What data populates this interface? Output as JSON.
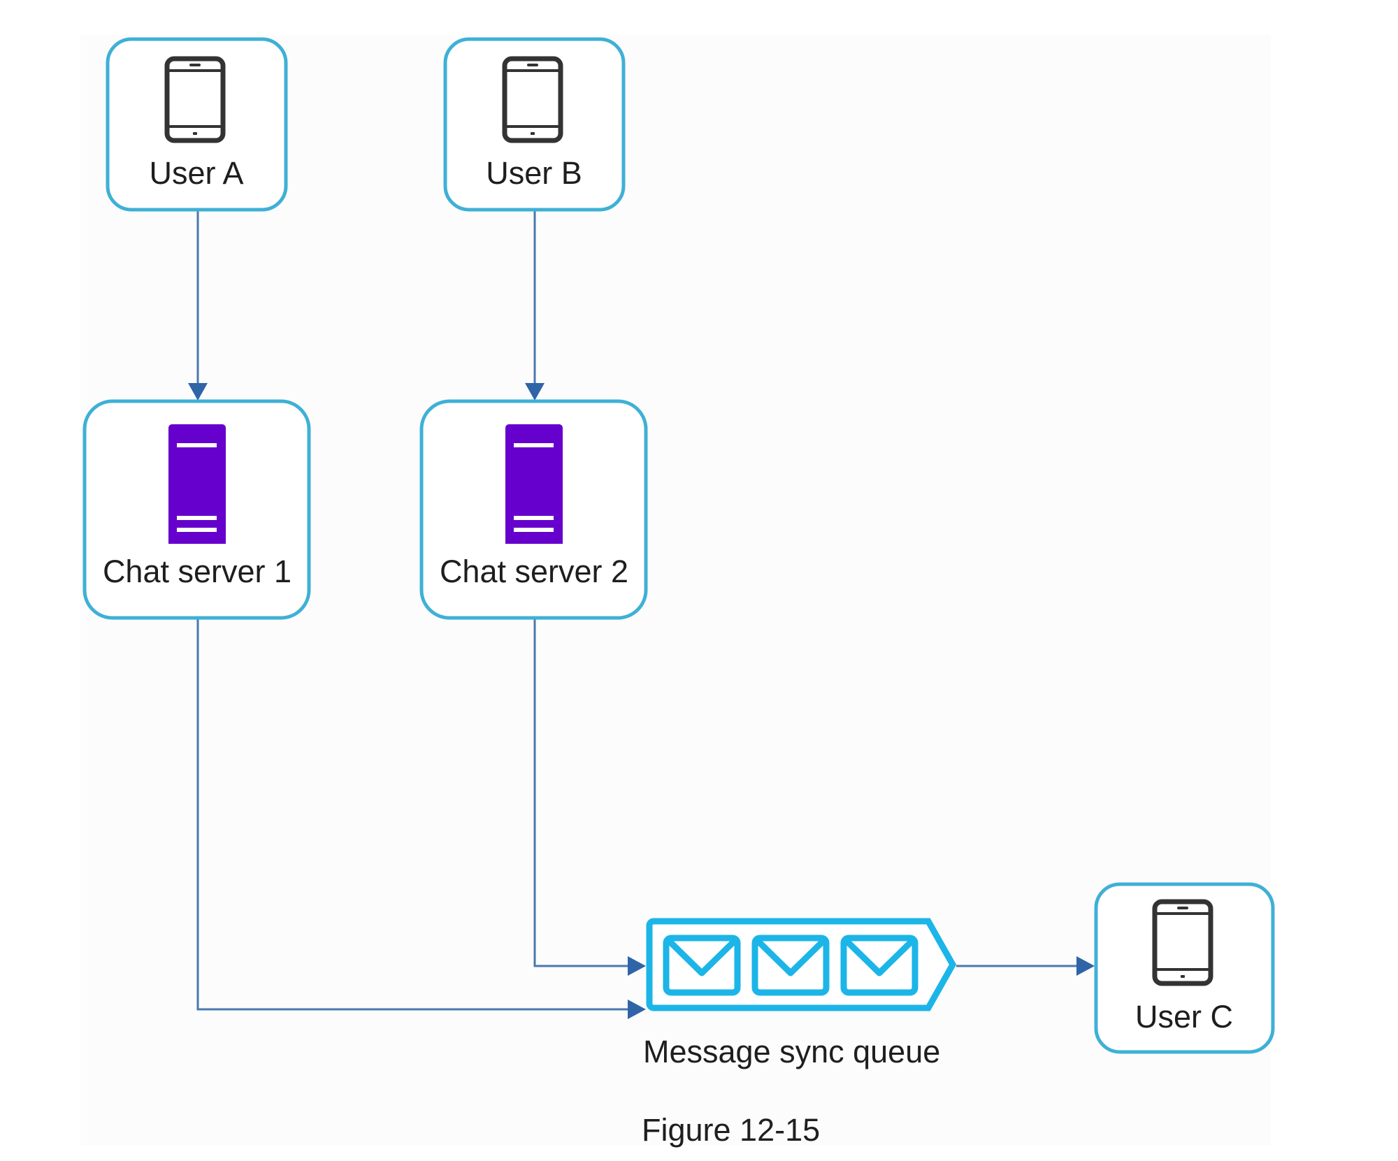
{
  "figure": {
    "caption": "Figure 12-15"
  },
  "nodes": {
    "user_a": {
      "label": "User A",
      "icon": "mobile-phone-icon"
    },
    "user_b": {
      "label": "User B",
      "icon": "mobile-phone-icon"
    },
    "chat_server_1": {
      "label": "Chat server 1",
      "icon": "server-icon"
    },
    "chat_server_2": {
      "label": "Chat server 2",
      "icon": "server-icon"
    },
    "message_sync_queue": {
      "label": "Message sync queue",
      "icon": "message-queue-icon",
      "message_count": 3
    },
    "user_c": {
      "label": "User C",
      "icon": "mobile-phone-icon"
    }
  },
  "edges": [
    {
      "from": "User A",
      "to": "Chat server 1"
    },
    {
      "from": "User B",
      "to": "Chat server 2"
    },
    {
      "from": "Chat server 1",
      "to": "Message sync queue"
    },
    {
      "from": "Chat server 2",
      "to": "Message sync queue"
    },
    {
      "from": "Message sync queue",
      "to": "User C"
    }
  ],
  "colors": {
    "node_border": "#3fb0d6",
    "server": "#6600cc",
    "queue": "#1cb5e8",
    "edge": "#4a78b0",
    "text": "#1e1e1e"
  }
}
